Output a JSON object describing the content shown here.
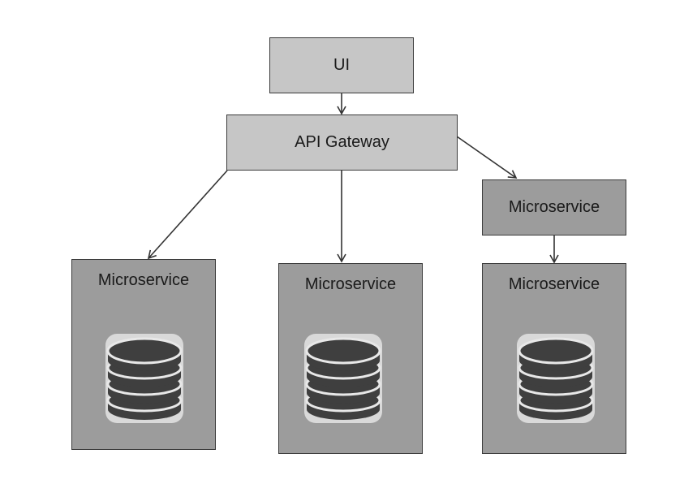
{
  "nodes": {
    "ui": {
      "label": "UI"
    },
    "gateway": {
      "label": "API Gateway"
    },
    "service_1": {
      "label": "Microservice"
    },
    "service_2": {
      "label": "Microservice"
    },
    "service_3": {
      "label": "Microservice"
    },
    "service_intermediate": {
      "label": "Microservice"
    }
  },
  "icons": {
    "database": "database-icon"
  },
  "colors": {
    "light_box": "#c6c6c6",
    "dark_box": "#9c9c9c",
    "border": "#3a3a3a",
    "database_fill": "#3f3f3f",
    "arrow": "#333333"
  },
  "edges": [
    {
      "from": "UI",
      "to": "API Gateway"
    },
    {
      "from": "API Gateway",
      "to": "Microservice (left)"
    },
    {
      "from": "API Gateway",
      "to": "Microservice (middle)"
    },
    {
      "from": "API Gateway",
      "to": "Microservice (upper right)"
    },
    {
      "from": "Microservice (upper right)",
      "to": "Microservice (right)"
    }
  ]
}
